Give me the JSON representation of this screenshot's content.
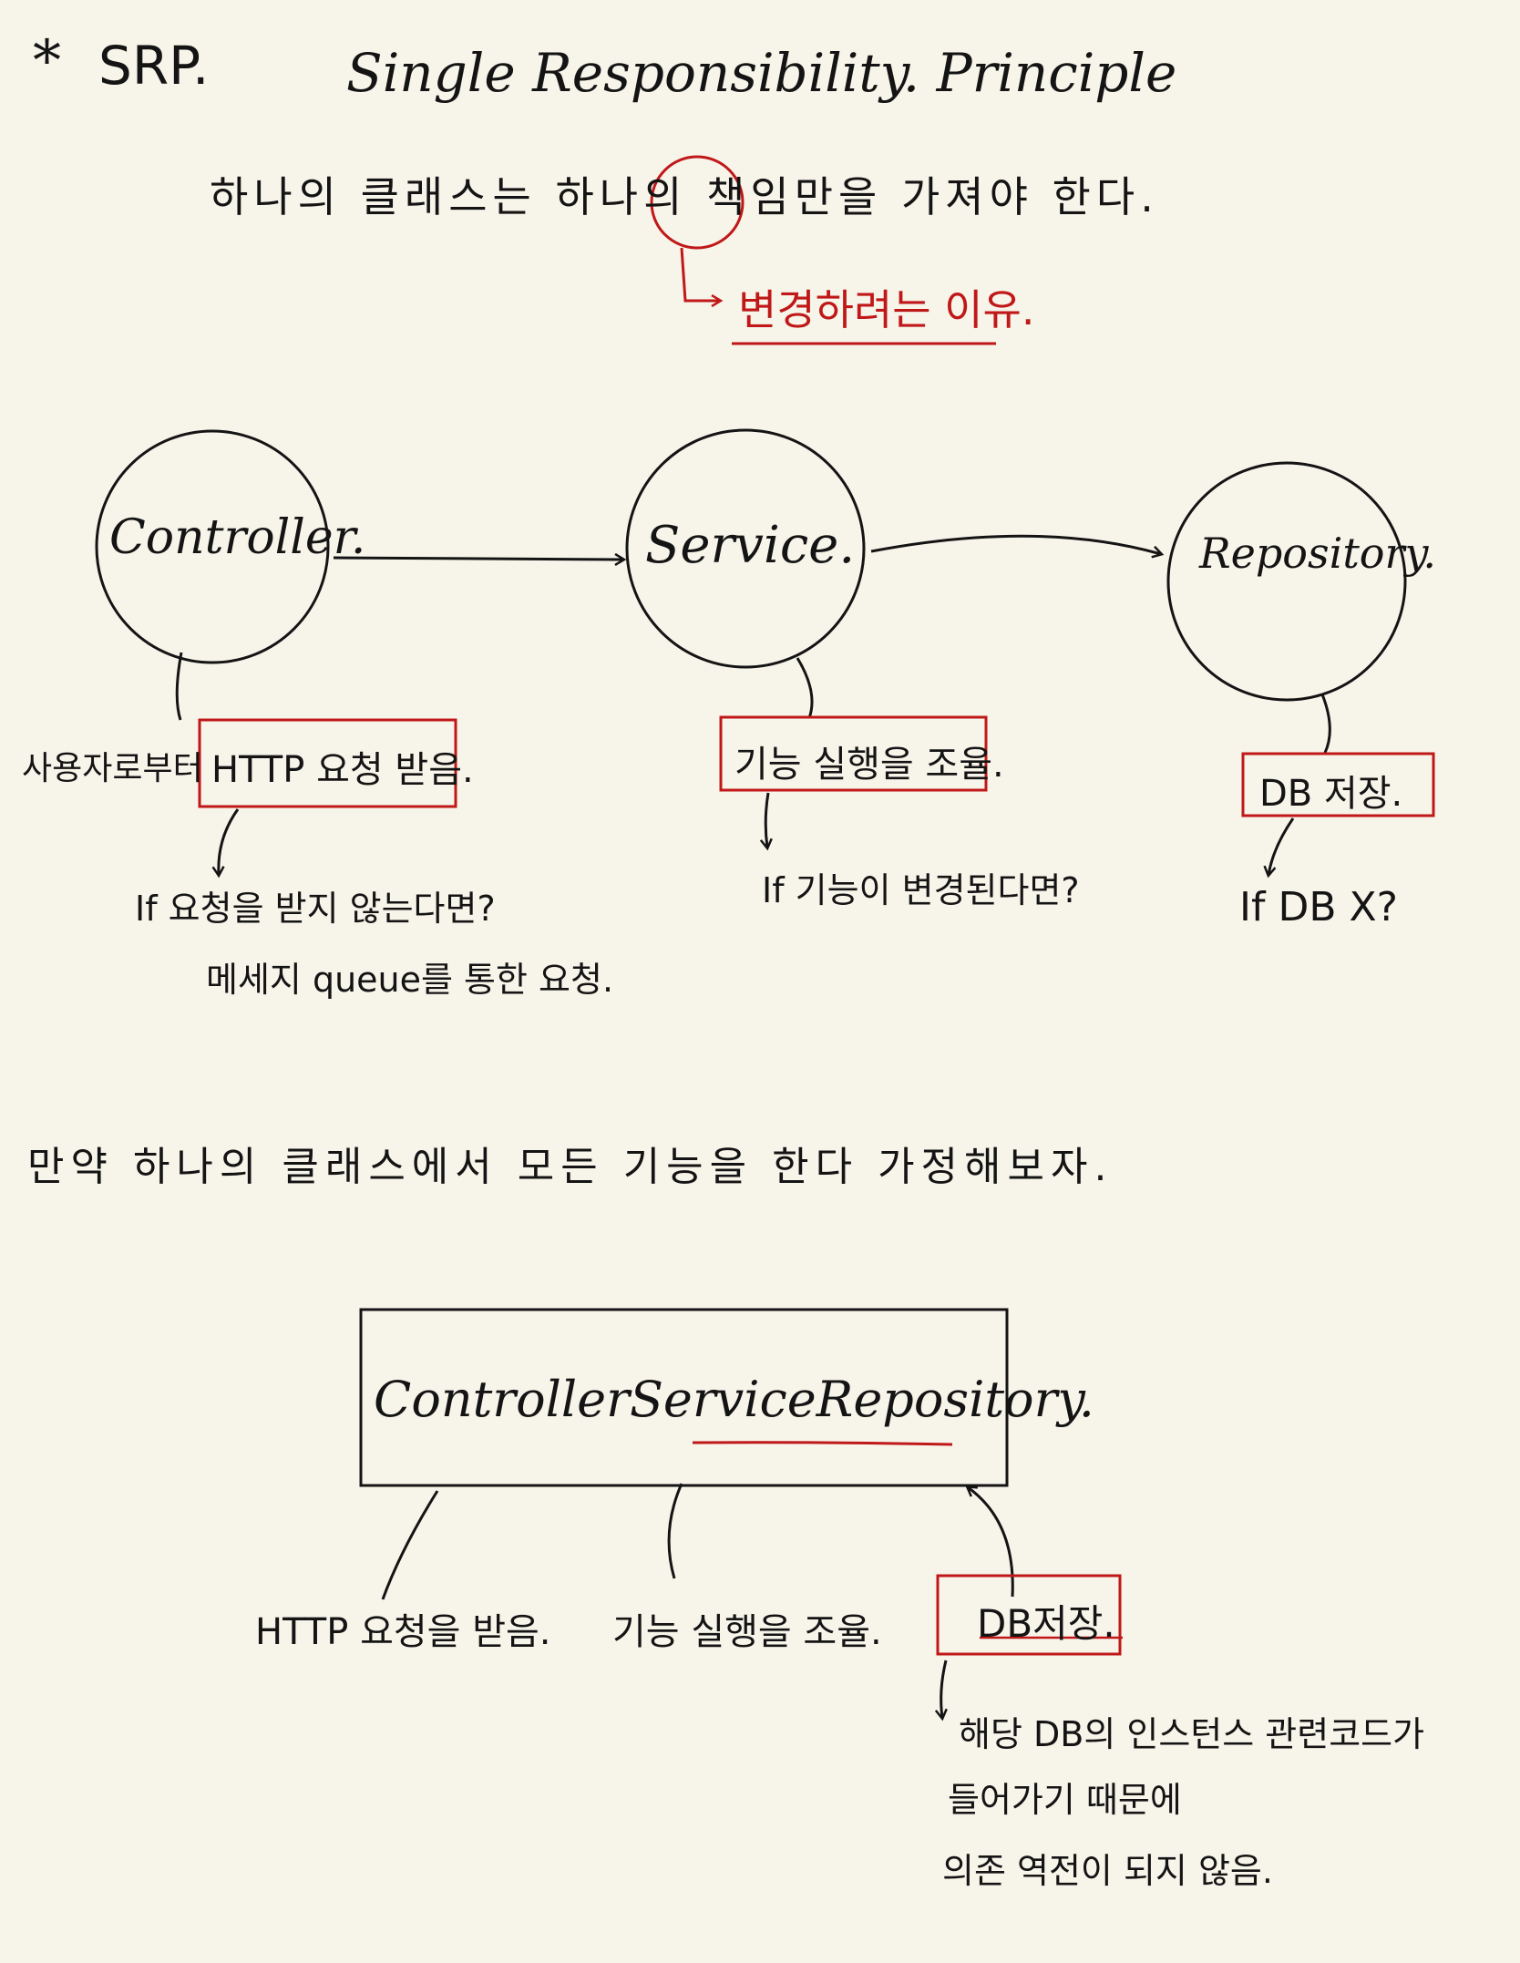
{
  "header": {
    "bullet": "*",
    "abbr": "SRP.",
    "full_name": "Single Responsibility. Principle",
    "definition_main": "하나의 클래스는 하나의 책임만을 가져야 한다.",
    "circled_word": "책임",
    "note_red": "변경하려는 이유."
  },
  "flow": {
    "nodes": [
      {
        "label": "Controller."
      },
      {
        "label": "Service."
      },
      {
        "label": "Repository."
      }
    ],
    "controller_prefix": "사용자로부터",
    "controller_box": "HTTP 요청 받음.",
    "controller_q1": "If 요청을 받지 않는다면?",
    "controller_q2": "메세지 queue를 통한 요청.",
    "service_box": "기능 실행을 조율.",
    "service_q": "If 기능이 변경된다면?",
    "repo_box": "DB 저장.",
    "repo_q": "If DB X?"
  },
  "middle": {
    "sentence": "만약 하나의 클래스에서 모든 기능을 한다 가정해보자."
  },
  "merged": {
    "box_label": "ControllerServiceRepository.",
    "item1": "HTTP 요청을 받음.",
    "item2": "기능 실행을 조율.",
    "item3": "DB저장.",
    "note_line1": "해당 DB의 인스턴스 관련코드가",
    "note_line2": "들어가기 때문에",
    "note_line3": "의존 역전이 되지 않음."
  },
  "colors": {
    "ink": "#141414",
    "accent_red": "#c01818",
    "paper": "#f7f4ea"
  }
}
